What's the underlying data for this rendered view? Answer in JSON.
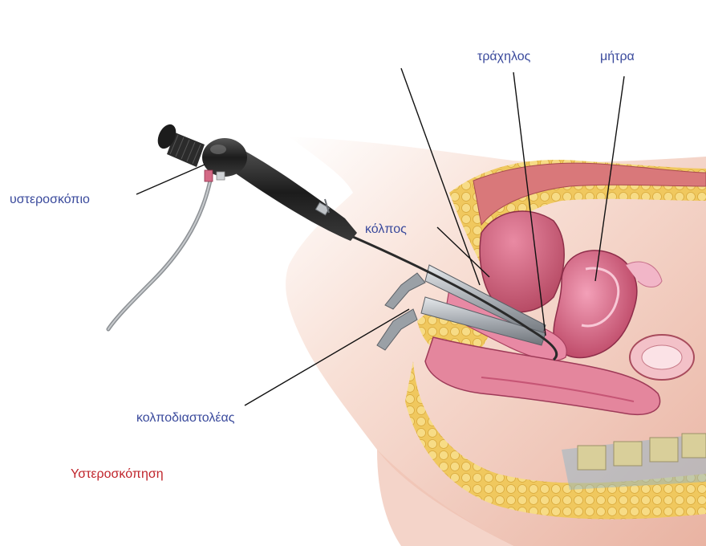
{
  "labels": {
    "hysteroscope": "υστεροσκόπιο",
    "cervix": "τράχηλος",
    "uterus": "μήτρα",
    "vagina": "κόλπος",
    "speculum": "κολποδιαστολέας",
    "caption": "Υστεροσκόπηση"
  },
  "colors": {
    "label_blue": "#3a4a9c",
    "caption_red": "#c0242b",
    "skin": "#f2cfc0",
    "fat": "#f1d27a",
    "tissue_pink": "#d9708f",
    "muscle_red": "#c8506a",
    "instrument_black": "#2b2b2b",
    "speculum_metal": "#b8bcc2"
  }
}
